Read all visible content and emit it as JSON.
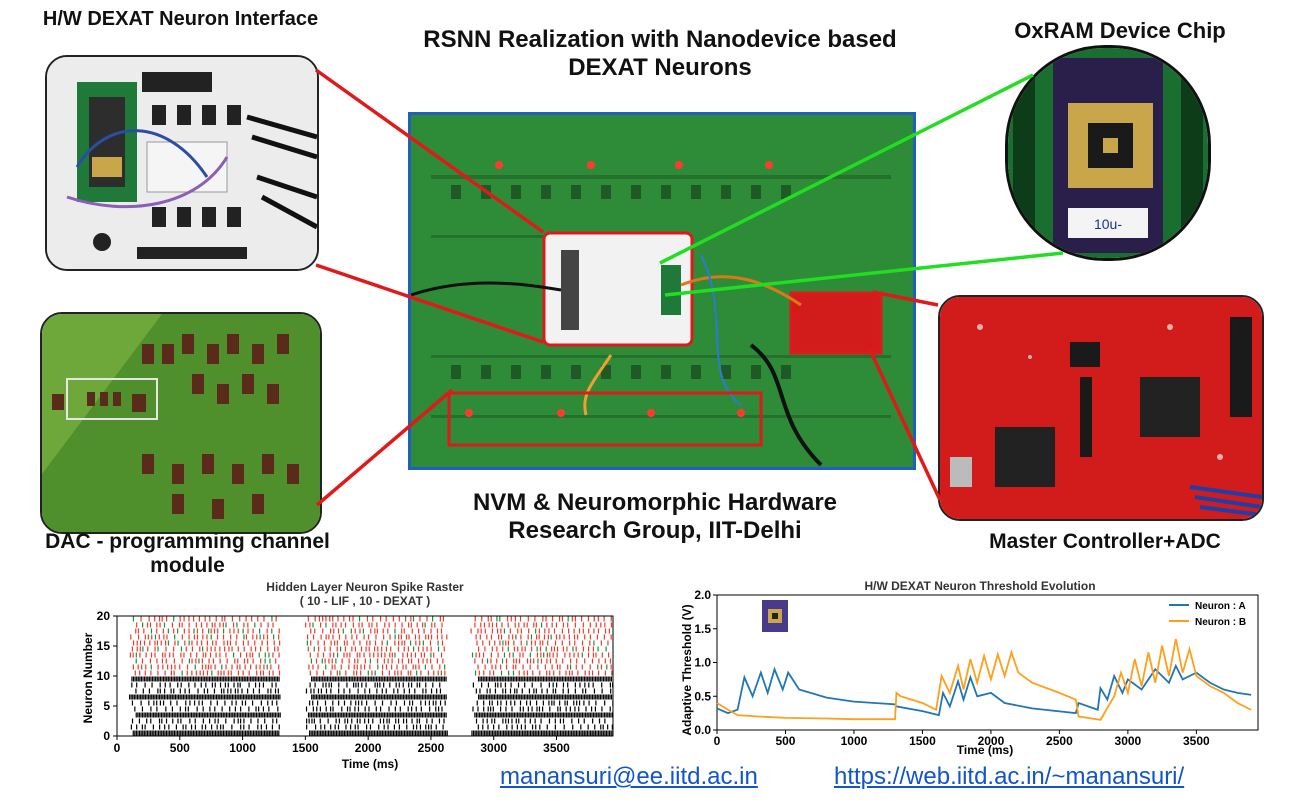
{
  "titles": {
    "hw_interface": "H/W DEXAT Neuron Interface",
    "rsnn_line1": "RSNN Realization with Nanodevice based",
    "rsnn_line2": "DEXAT Neurons",
    "oxram": "OxRAM Device Chip",
    "dac_line1": "DAC - programming channel",
    "dac_line2": "module",
    "group_line1": "NVM & Neuromorphic Hardware",
    "group_line2": "Research Group, IIT-Delhi",
    "master": "Master Controller+ADC"
  },
  "chip_label": "10u-",
  "links": {
    "email": "manansuri@ee.iitd.ac.in",
    "website": "https://web.iitd.ac.in/~manansuri/"
  },
  "colors": {
    "pcb_green": "#2f8f3a",
    "board_border": "#1f5fbf",
    "callout_red": "#e0191a",
    "callout_green": "#22dd22",
    "controller_red": "#d21b1b",
    "lif_spike": "#ee3b2b",
    "dexat_spike": "#1f8f3a",
    "input_spike": "#000000",
    "neuron_a": "#1f77b4",
    "neuron_b": "#ff9f1a"
  },
  "chart_data": [
    {
      "type": "scatter",
      "title": "Hidden Layer Neuron Spike Raster",
      "subtitle": "( 10 - LIF , 10 - DEXAT )",
      "xlabel": "Time (ms)",
      "ylabel": "Neuron Number",
      "xlim": [
        0,
        3950
      ],
      "ylim": [
        0,
        20
      ],
      "xticks": [
        0,
        500,
        1000,
        1500,
        2000,
        2500,
        3000,
        3500
      ],
      "yticks": [
        0,
        5,
        10,
        15,
        20
      ],
      "grid": false
    },
    {
      "type": "line",
      "title": "H/W DEXAT Neuron Threshold Evolution",
      "xlabel": "Time (ms)",
      "ylabel": "Adaptive Threshold (V)",
      "xlim": [
        0,
        3950
      ],
      "ylim": [
        0,
        2.0
      ],
      "xticks": [
        0,
        500,
        1000,
        1500,
        2000,
        2500,
        3000,
        3500
      ],
      "yticks": [
        0.0,
        0.5,
        1.0,
        1.5,
        2.0
      ],
      "legend_position": "top-right",
      "series": [
        {
          "name": "Neuron : A",
          "x": [
            0,
            80,
            150,
            200,
            260,
            320,
            370,
            420,
            480,
            520,
            600,
            800,
            1000,
            1300,
            1310,
            1500,
            1620,
            1650,
            1700,
            1760,
            1800,
            1850,
            1900,
            2000,
            2100,
            2300,
            2620,
            2640,
            2780,
            2800,
            2850,
            2900,
            2960,
            3000,
            3100,
            3200,
            3300,
            3350,
            3400,
            3500,
            3600,
            3700,
            3800,
            3900
          ],
          "y": [
            0.32,
            0.25,
            0.3,
            0.78,
            0.5,
            0.85,
            0.55,
            0.9,
            0.6,
            0.85,
            0.6,
            0.48,
            0.42,
            0.38,
            0.35,
            0.28,
            0.22,
            0.55,
            0.35,
            0.72,
            0.45,
            0.78,
            0.5,
            0.55,
            0.4,
            0.32,
            0.25,
            0.4,
            0.3,
            0.62,
            0.45,
            0.8,
            0.55,
            0.75,
            0.6,
            0.9,
            0.7,
            0.95,
            0.75,
            0.85,
            0.7,
            0.6,
            0.55,
            0.52
          ]
        },
        {
          "name": "Neuron : B",
          "x": [
            0,
            80,
            150,
            300,
            500,
            800,
            1000,
            1300,
            1310,
            1340,
            1500,
            1600,
            1640,
            1700,
            1760,
            1800,
            1850,
            1900,
            1950,
            2000,
            2050,
            2100,
            2150,
            2200,
            2300,
            2500,
            2620,
            2640,
            2800,
            2900,
            2950,
            3000,
            3050,
            3100,
            3150,
            3200,
            3250,
            3300,
            3350,
            3400,
            3450,
            3500,
            3600,
            3700,
            3800,
            3900
          ],
          "y": [
            0.4,
            0.3,
            0.22,
            0.2,
            0.18,
            0.17,
            0.16,
            0.16,
            0.55,
            0.5,
            0.4,
            0.3,
            0.8,
            0.55,
            0.95,
            0.6,
            1.05,
            0.7,
            1.1,
            0.75,
            1.12,
            0.8,
            1.15,
            0.85,
            0.7,
            0.55,
            0.45,
            0.2,
            0.15,
            0.5,
            0.85,
            0.55,
            1.05,
            0.65,
            1.15,
            0.7,
            1.25,
            0.8,
            1.35,
            0.85,
            1.2,
            0.8,
            0.65,
            0.55,
            0.4,
            0.3
          ]
        }
      ]
    }
  ]
}
